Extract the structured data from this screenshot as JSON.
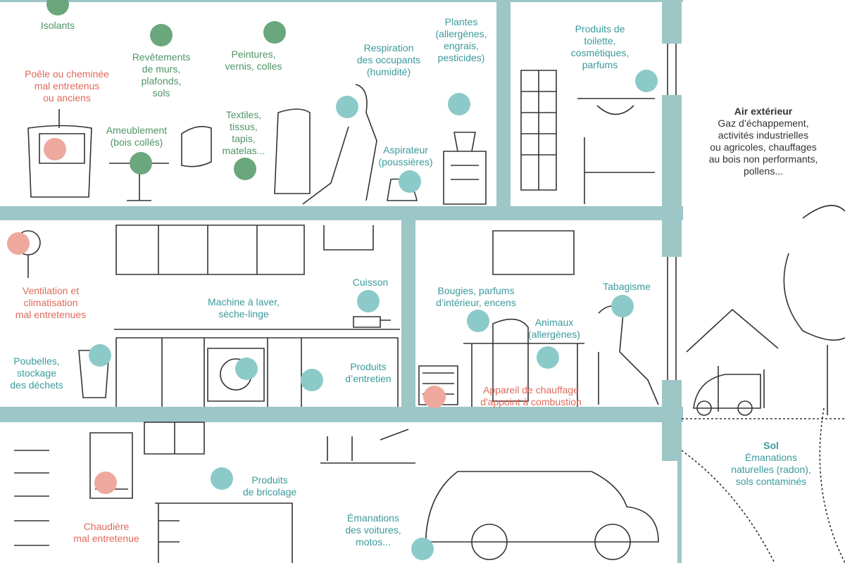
{
  "colors": {
    "wall": "#9dc6c6",
    "green": "#4f9466",
    "teal": "#3b9a9c",
    "red": "#e0695a"
  },
  "labels": {
    "isolants": "Isolants",
    "revetements": [
      "Revêtements",
      "de murs,",
      "plafonds,",
      "sols"
    ],
    "peintures": [
      "Peintures,",
      "vernis, colles"
    ],
    "respiration": [
      "Respiration",
      "des occupants",
      "(humidité)"
    ],
    "plantes": [
      "Plantes",
      "(allergènes,",
      "engrais,",
      "pesticides)"
    ],
    "poele": [
      "Poêle ou cheminée",
      "mal entretenus",
      "ou anciens"
    ],
    "ameublement": [
      "Ameublement",
      "(bois collés)"
    ],
    "textiles": [
      "Textiles,",
      "tissus,",
      "tapis,",
      "matelas..."
    ],
    "aspirateur": [
      "Aspirateur",
      "(poussières)"
    ],
    "toilette": [
      "Produits de",
      "toilette,",
      "cosmétiques,",
      "parfums"
    ],
    "air_title": "Air extérieur",
    "air": [
      "Gaz d’échappement,",
      "activités industrielles",
      "ou agricoles, chauffages",
      "au bois non performants,",
      "pollens..."
    ],
    "ventilation": [
      "Ventilation et",
      "climatisation",
      "mal entretenues"
    ],
    "machine": [
      "Machine à laver,",
      "sèche-linge"
    ],
    "cuisson": "Cuisson",
    "poubelles": [
      "Poubelles,",
      "stockage",
      "des déchets"
    ],
    "entretien": [
      "Produits",
      "d’entretien"
    ],
    "bougies": [
      "Bougies, parfums",
      "d’intérieur, encens"
    ],
    "tabagisme": "Tabagisme",
    "animaux": [
      "Animaux",
      "(allergènes)"
    ],
    "appareil": [
      "Appareil de chauffage",
      "d'appoint à combustion"
    ],
    "sol_title": "Sol",
    "sol": [
      "Émanations",
      "naturelles (radon),",
      "sols contaminés"
    ],
    "bricolage": [
      "Produits",
      "de bricolage"
    ],
    "chaudiere": [
      "Chaudière",
      "mal entretenue"
    ],
    "voitures": [
      "Émanations",
      "des voitures,",
      "motos..."
    ]
  }
}
